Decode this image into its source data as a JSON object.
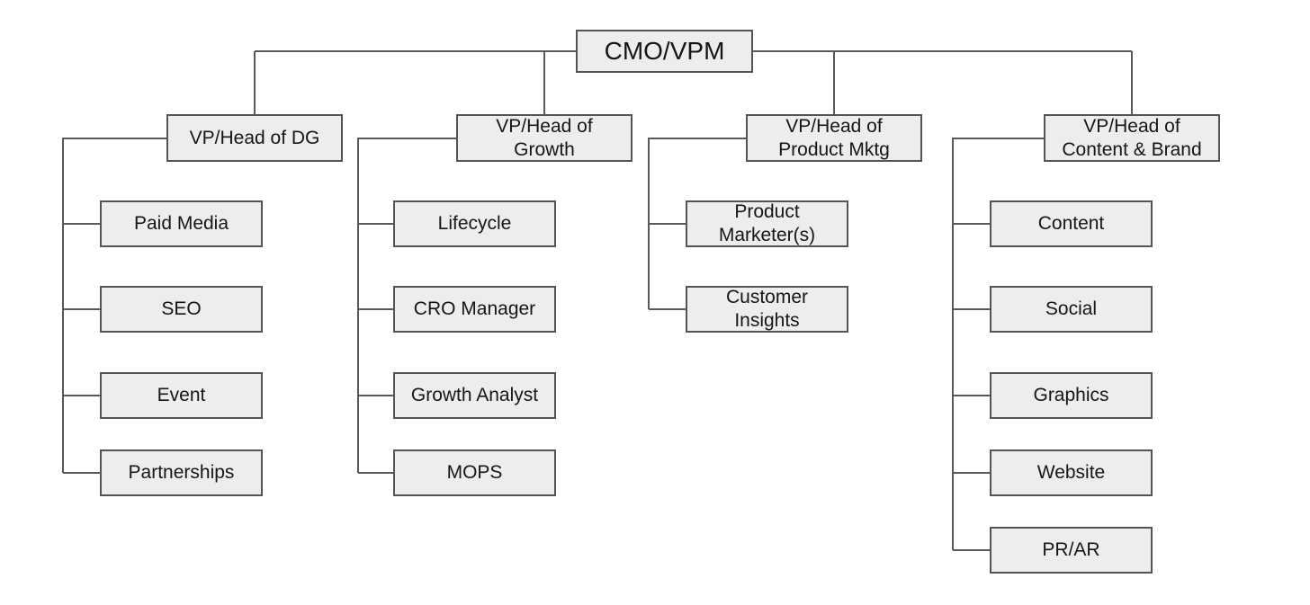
{
  "org": {
    "root": {
      "label": "CMO/VPM"
    },
    "branches": [
      {
        "label": "VP/Head of DG",
        "children": [
          "Paid Media",
          "SEO",
          "Event",
          "Partnerships"
        ]
      },
      {
        "label": "VP/Head of Growth",
        "children": [
          "Lifecycle",
          "CRO Manager",
          "Growth Analyst",
          "MOPS"
        ]
      },
      {
        "label": "VP/Head of Product Mktg",
        "children": [
          "Product Marketer(s)",
          "Customer Insights"
        ]
      },
      {
        "label": "VP/Head of Content & Brand",
        "children": [
          "Content",
          "Social",
          "Graphics",
          "Website",
          "PR/AR"
        ]
      }
    ],
    "colors": {
      "background": "#ffffff",
      "node_fill": "#ededed",
      "node_border": "#545454",
      "connector_line": "#595959",
      "text": "#161616"
    }
  }
}
